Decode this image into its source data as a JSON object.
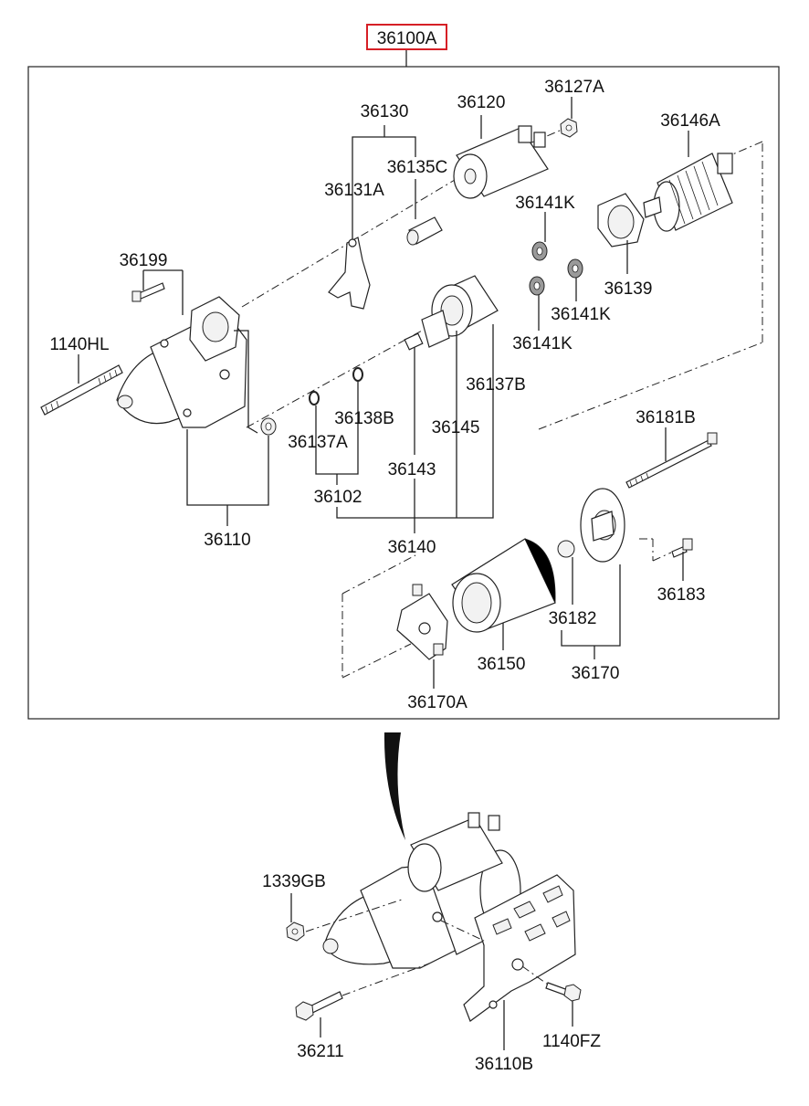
{
  "assembly": {
    "main_label": "36100A",
    "highlight_color": "#d61f26"
  },
  "labels": {
    "p36130": "36130",
    "p36120": "36120",
    "p36127A": "36127A",
    "p36146A": "36146A",
    "p36135C": "36135C",
    "p36131A": "36131A",
    "p36141K_a": "36141K",
    "p36199": "36199",
    "p36139": "36139",
    "p36141K_b": "36141K",
    "p1140HL": "1140HL",
    "p36141K_c": "36141K",
    "p36137B": "36137B",
    "p36138B": "36138B",
    "p36181B": "36181B",
    "p36145": "36145",
    "p36137A": "36137A",
    "p36143": "36143",
    "p36102": "36102",
    "p36110": "36110",
    "p36140": "36140",
    "p36183": "36183",
    "p36182": "36182",
    "p36150": "36150",
    "p36170": "36170",
    "p36170A": "36170A",
    "p1339GB": "1339GB",
    "p36211": "36211",
    "p1140FZ": "1140FZ",
    "p36110B": "36110B"
  }
}
